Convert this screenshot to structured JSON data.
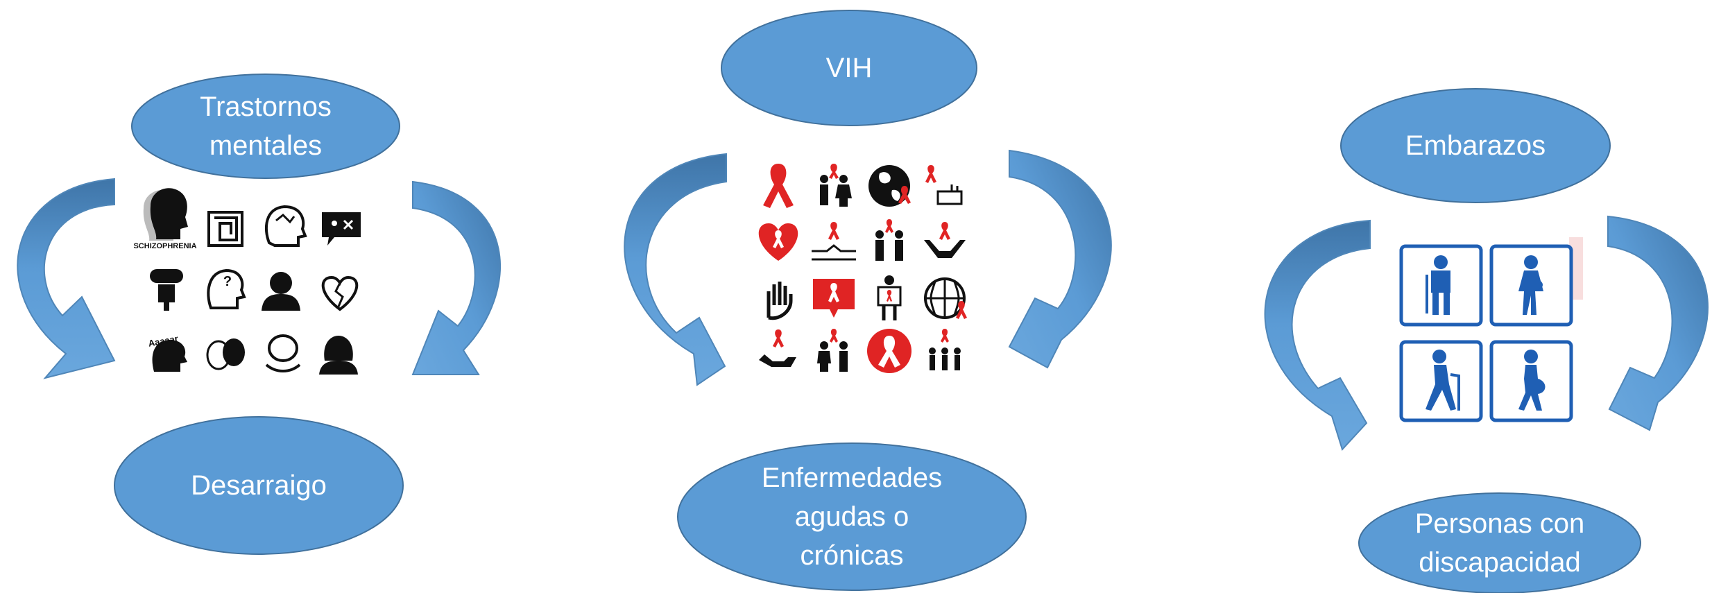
{
  "colors": {
    "ellipse_fill": "#5b9bd5",
    "ellipse_stroke": "#41719c",
    "arrow_fill": "#5b9bd5",
    "arrow_dark": "#2f5f8f",
    "icon_black": "#111111",
    "ribbon_red": "#e02424",
    "sign_blue": "#1f5fb4"
  },
  "groups": [
    {
      "id": "mental",
      "top_label": "Trastornos\nmentales",
      "bottom_label": "Desarraigo",
      "icon_caption": "SCHIZOPHRENIA",
      "icon_speech": "Aaaaar",
      "icons": [
        "head-silhouette-icon",
        "maze-head-icon",
        "brain-head-icon",
        "speech-face-icon",
        "pill-head-icon",
        "question-head-icon",
        "person-bust-icon",
        "broken-heart-icon",
        "shouting-head-icon",
        "theater-masks-icon",
        "brain-hand-icon",
        "woman-bust-icon"
      ]
    },
    {
      "id": "hiv",
      "top_label": "VIH",
      "bottom_label": "Enfermedades\nagudas o\ncrónicas",
      "icons": [
        "red-ribbon-icon",
        "couple-ribbon-icon",
        "globe-ribbon-icon",
        "hand-ribbon-icon",
        "heart-ribbon-icon",
        "handshake-ribbon-icon",
        "men-ribbon-icon",
        "hands-ribbon-icon",
        "stop-hand-icon",
        "speech-ribbon-icon",
        "person-sign-icon",
        "world-ribbon-icon",
        "hand-holding-ribbon-icon",
        "family-ribbon-icon",
        "circle-ribbon-icon",
        "group-ribbon-icon"
      ]
    },
    {
      "id": "vulnerable",
      "top_label": "Embarazos",
      "bottom_label": "Personas con\ndiscapacidad",
      "icons": [
        "injured-person-icon",
        "pregnant-woman-icon",
        "elderly-cane-icon",
        "pregnant-walking-icon"
      ]
    }
  ]
}
